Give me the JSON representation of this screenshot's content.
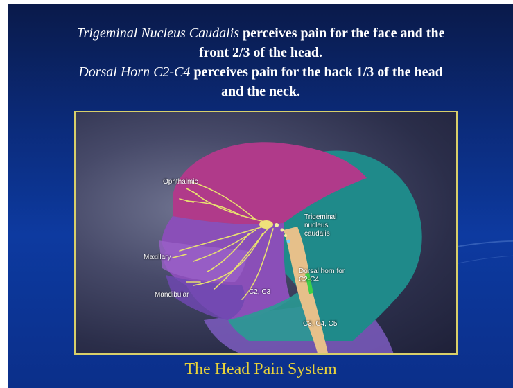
{
  "slide": {
    "heading": {
      "line1_italic": "Trigeminal Nucleus Caudalis",
      "line1_bold": " perceives pain for the face and the",
      "line2_bold": "front 2/3 of the head.",
      "line3_italic": "Dorsal Horn C2-C4",
      "line3_bold": " perceives pain for the back 1/3 of the head",
      "line4_bold": "and the neck."
    },
    "figure": {
      "labels": {
        "ophthalmic": "Ophthalmic",
        "maxillary": "Maxillary",
        "mandibular": "Mandibular",
        "trigeminal": "Trigeminal nucleus caudalis",
        "dorsal_horn": "Dorsal horn for C2-C4",
        "c2c3": "C2, C3",
        "c3c4c5": "C3, C4, C5"
      },
      "colors": {
        "ophthalmic_zone": "#b03a8a",
        "maxillary_zone": "#8a4fb8",
        "mandibular_zone": "#7a5bc4",
        "occipital_zone": "#1f8a8a",
        "nerves": "#e8e070",
        "frame": "#d8cf6a"
      }
    },
    "caption": "The Head Pain System"
  }
}
